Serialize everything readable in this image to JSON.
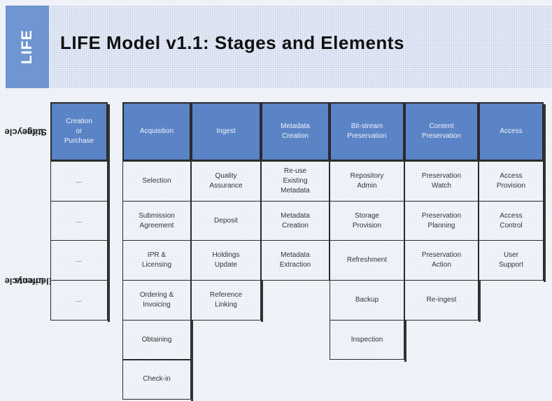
{
  "header": {
    "logo": "LIFE",
    "title": "LIFE Model v1.1: Stages and Elements"
  },
  "labels": {
    "stage": [
      "Lifecycle",
      "Stage"
    ],
    "elements": [
      "Lifecycle",
      "Elements"
    ]
  },
  "creation_column": {
    "header": [
      "Creation",
      "or",
      "Purchase"
    ],
    "cells": [
      "...",
      "...",
      "...",
      "..."
    ]
  },
  "stages": [
    {
      "header": [
        "Acquisition"
      ],
      "elements": [
        [
          "Selection"
        ],
        [
          "Submission",
          "Agreement"
        ],
        [
          "IPR &",
          "Licensing"
        ],
        [
          "Ordering &",
          "Invoicing"
        ],
        [
          "Obtaining"
        ],
        [
          "Check-in"
        ]
      ]
    },
    {
      "header": [
        "Ingest"
      ],
      "elements": [
        [
          "Quality",
          "Assurance"
        ],
        [
          "Deposit"
        ],
        [
          "Holdings",
          "Update"
        ],
        [
          "Reference",
          "Linking"
        ]
      ]
    },
    {
      "header": [
        "Metadata",
        "Creation"
      ],
      "elements": [
        [
          "Re-use",
          "Existing",
          "Metadata"
        ],
        [
          "Metadata",
          "Creation"
        ],
        [
          "Metadata",
          "Extraction"
        ]
      ]
    },
    {
      "header": [
        "Bit-stream",
        "Preservation"
      ],
      "elements": [
        [
          "Repository",
          "Admin"
        ],
        [
          "Storage",
          "Provision"
        ],
        [
          "Refreshment"
        ],
        [
          "Backup"
        ],
        [
          "Inspection"
        ]
      ]
    },
    {
      "header": [
        "Content",
        "Preservation"
      ],
      "elements": [
        [
          "Preservation",
          "Watch"
        ],
        [
          "Preservation",
          "Planning"
        ],
        [
          "Preservation",
          "Action"
        ],
        [
          "Re-ingest"
        ]
      ]
    },
    {
      "header": [
        "Access"
      ],
      "elements": [
        [
          "Access",
          "Provision"
        ],
        [
          "Access",
          "Control"
        ],
        [
          "User",
          "Support"
        ]
      ]
    }
  ]
}
